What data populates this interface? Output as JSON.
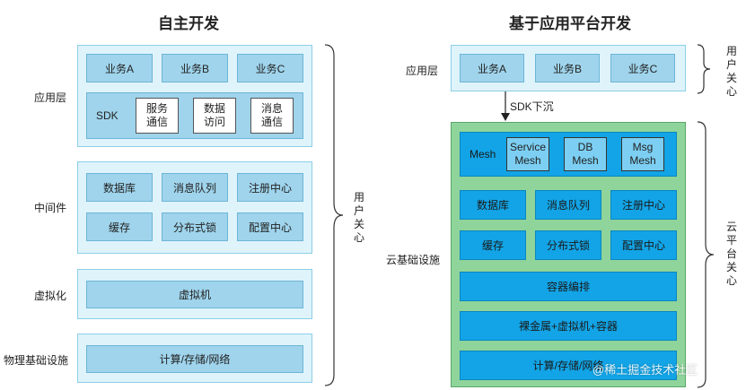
{
  "left": {
    "title": "自主开发",
    "layers": {
      "app": "应用层",
      "middleware": "中间件",
      "virtualization": "虚拟化",
      "infra": "物理基础设施"
    },
    "app_boxes": [
      "业务A",
      "业务B",
      "业务C"
    ],
    "sdk": {
      "label": "SDK",
      "items": [
        "服务\n通信",
        "数据\n访问",
        "消息\n通信"
      ]
    },
    "middleware_row1": [
      "数据库",
      "消息队列",
      "注册中心"
    ],
    "middleware_row2": [
      "缓存",
      "分布式锁",
      "配置中心"
    ],
    "vm": "虚拟机",
    "infra_box": "计算/存储/网络",
    "brace_text": "用户关心"
  },
  "right": {
    "title": "基于应用平台开发",
    "layers": {
      "app": "应用层",
      "cloud": "云基础设施"
    },
    "app_boxes": [
      "业务A",
      "业务B",
      "业务C"
    ],
    "app_brace_text": "用户关心",
    "arrow_label": "SDK下沉",
    "mesh": {
      "label": "Mesh",
      "items": [
        "Service\nMesh",
        "DB\nMesh",
        "Msg\nMesh"
      ]
    },
    "row1": [
      "数据库",
      "消息队列",
      "注册中心"
    ],
    "row2": [
      "缓存",
      "分布式锁",
      "配置中心"
    ],
    "container": "容器编排",
    "baremetal": "裸金属+虚拟机+容器",
    "infra_box": "计算/存储/网络",
    "cloud_brace_text": "云平台关心"
  },
  "watermark": "@稀土掘金技术社区"
}
